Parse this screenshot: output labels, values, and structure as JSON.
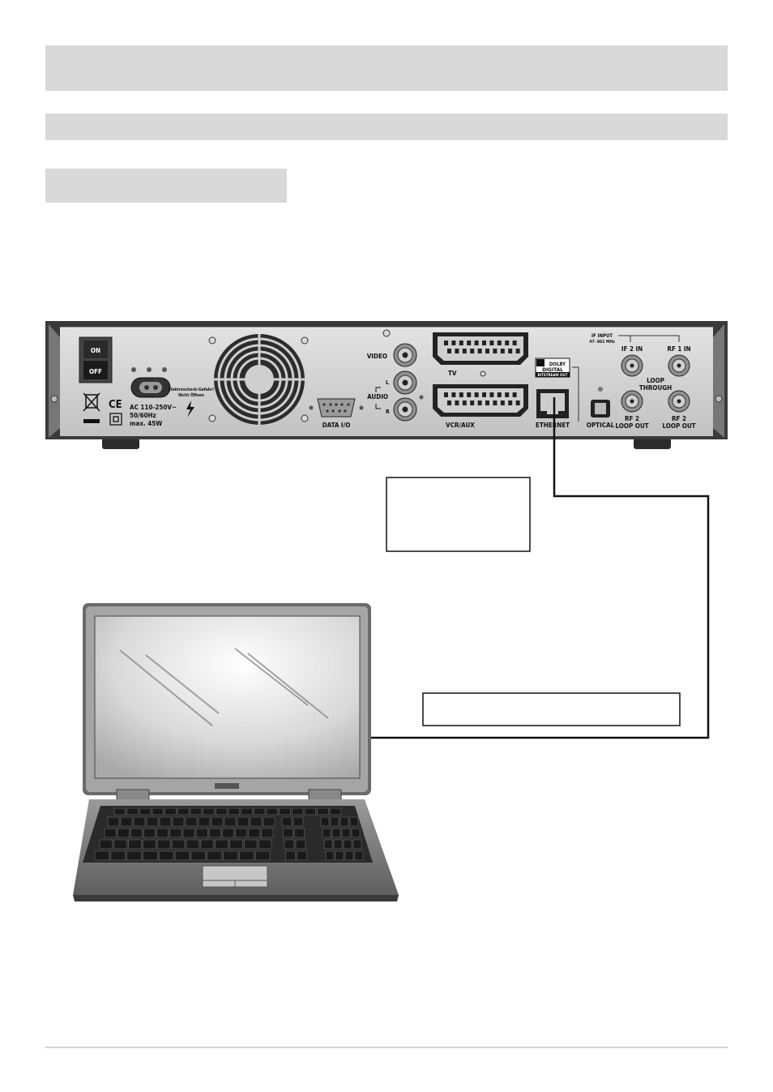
{
  "receiver": {
    "power_on": "ON",
    "power_off": "OFF",
    "warning_line1": "Elektroschock-Gefahr!",
    "warning_line2": "Nicht Öffnen",
    "ce_mark": "CE",
    "ac_rating_1": "AC 110-250V~",
    "ac_rating_2": "50/60Hz",
    "ac_rating_3": "max. 45W",
    "data_port": "DATA I/O",
    "video": "VIDEO",
    "audio": "AUDIO",
    "audio_l": "L",
    "audio_r": "R",
    "scart_tv": "TV",
    "scart_vcr": "VCR/AUX",
    "dolby_1": "DOLBY",
    "dolby_2": "DIGITAL",
    "dolby_3": "BITSTREAM OUT",
    "ethernet": "ETHERNET",
    "optical": "OPTICAL",
    "if_input_1": "IF INPUT",
    "if_input_2": "47- 862 MHz",
    "if2_in": "IF 2  IN",
    "rf1_in": "RF 1  IN",
    "loop_1": "LOOP",
    "loop_2": "THROUGH",
    "rf2_loop_a_1": "RF 2",
    "rf2_loop_a_2": "LOOP OUT",
    "rf2_loop_b_1": "RF 2",
    "rf2_loop_b_2": "LOOP OUT"
  },
  "colors": {
    "header_bar": "#d9d9d9",
    "panel": "#c9c9c9",
    "panel_dark": "#2a2a2a",
    "cable": "#111111"
  }
}
